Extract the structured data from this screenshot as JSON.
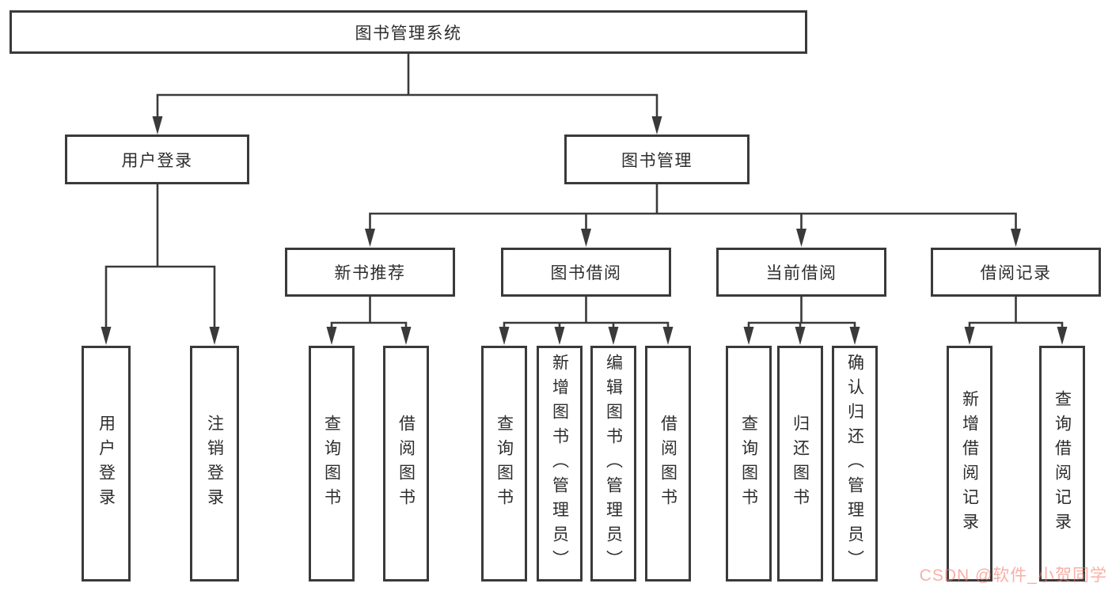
{
  "diagram": {
    "root": {
      "label": "图书管理系统"
    },
    "branches": [
      {
        "label": "用户登录",
        "children": [
          {
            "label": "用户登录"
          },
          {
            "label": "注销登录"
          }
        ]
      },
      {
        "label": "图书管理",
        "children": [
          {
            "label": "新书推荐",
            "children": [
              {
                "label": "查询图书"
              },
              {
                "label": "借阅图书"
              }
            ]
          },
          {
            "label": "图书借阅",
            "children": [
              {
                "label": "查询图书"
              },
              {
                "label": "新增图书（管理员）"
              },
              {
                "label": "编辑图书（管理员）"
              },
              {
                "label": "借阅图书"
              }
            ]
          },
          {
            "label": "当前借阅",
            "children": [
              {
                "label": "查询图书"
              },
              {
                "label": "归还图书"
              },
              {
                "label": "确认归还（管理员）"
              }
            ]
          },
          {
            "label": "借阅记录",
            "children": [
              {
                "label": "新增借阅记录"
              },
              {
                "label": "查询借阅记录"
              }
            ]
          }
        ]
      }
    ],
    "colors": {
      "line": "#3a3a3a",
      "text": "#2d2d2d",
      "watermark": "rgba(244,122,107,0.60)",
      "background": "#ffffff"
    }
  },
  "watermark": {
    "text": "CSDN @软件_小贺同学"
  }
}
